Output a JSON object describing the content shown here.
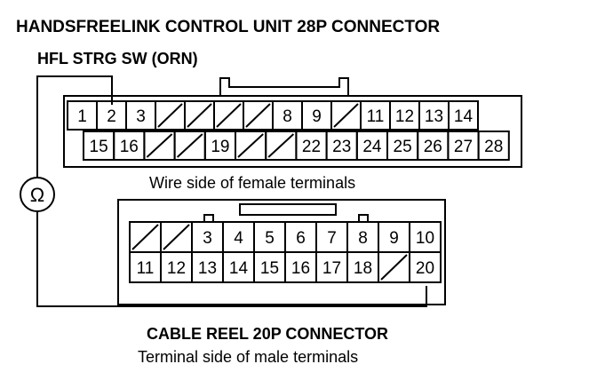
{
  "title": "HANDSFREELINK CONTROL UNIT 28P CONNECTOR",
  "hfl_label": "HFL STRG SW (ORN)",
  "wire_side_label": "Wire side of female terminals",
  "ohm_symbol": "Ω",
  "cable_reel_title": "CABLE REEL 20P CONNECTOR",
  "terminal_side_label": "Terminal side of male terminals",
  "connector28": {
    "row1": [
      "1",
      "2",
      "3",
      "",
      "",
      "",
      "",
      "8",
      "9",
      "",
      "11",
      "12",
      "13",
      "14"
    ],
    "row2": [
      "15",
      "16",
      "",
      "",
      "19",
      "",
      "",
      "22",
      "23",
      "24",
      "25",
      "26",
      "27",
      "28"
    ]
  },
  "connector20": {
    "row1": [
      "",
      "",
      "3",
      "4",
      "5",
      "6",
      "7",
      "8",
      "9",
      "10"
    ],
    "row2": [
      "11",
      "12",
      "13",
      "14",
      "15",
      "16",
      "17",
      "18",
      "",
      "20"
    ]
  }
}
